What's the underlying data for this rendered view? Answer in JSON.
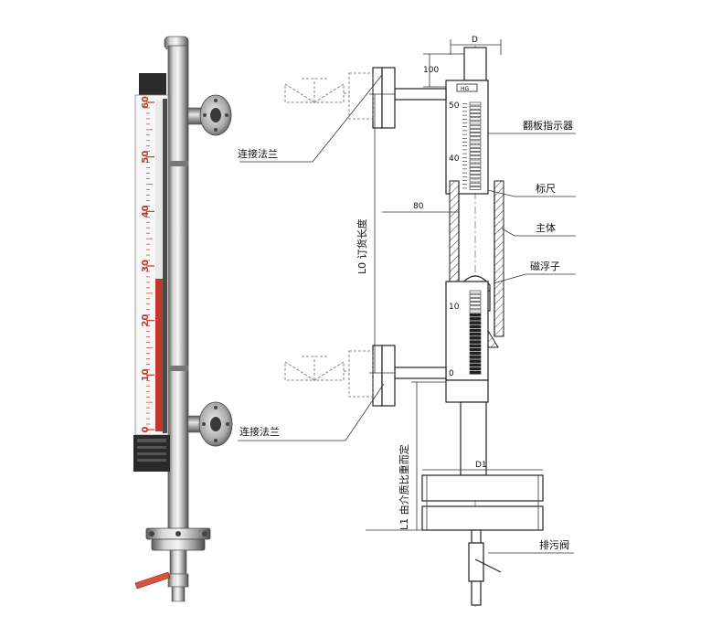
{
  "photo_scale": {
    "ticks": [
      "60",
      "50",
      "40",
      "30",
      "20",
      "10",
      "0"
    ]
  },
  "drawing": {
    "dim_D": "D",
    "dim_100": "100",
    "dim_80": "80",
    "dim_D1": "D1",
    "dim_L0": "L0 订货长度",
    "dim_L1": "L1 由介质比重而定",
    "scale_50": "50",
    "scale_40": "40",
    "scale_10": "10",
    "scale_0": "0",
    "indicator_badge": "HG"
  },
  "callouts": {
    "flange_top": "连接法兰",
    "flange_bottom": "连接法兰",
    "indicator": "翻板指示器",
    "scale": "标尺",
    "body": "主体",
    "float": "磁浮子",
    "drain": "排污阀"
  },
  "colors": {
    "steel_light": "#e8e8e8",
    "steel_dark": "#6f6f6f",
    "scale_red": "#c0392b",
    "valve_handle": "#d9533a",
    "label_box": "#2a2a2a"
  }
}
